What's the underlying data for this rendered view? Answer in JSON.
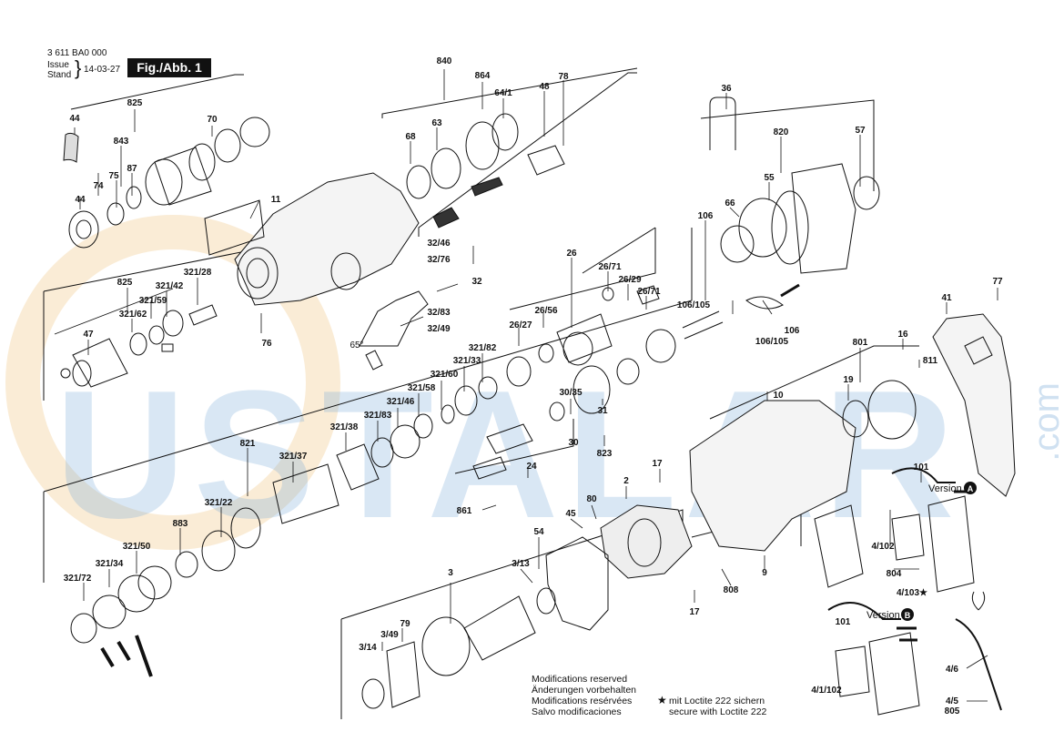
{
  "header": {
    "part_number": "3 611 BA0 000",
    "issue_label": "Issue",
    "stand_label": "Stand",
    "brace": "}",
    "date": "14-03-27",
    "figure_label": "Fig./Abb. 1"
  },
  "watermark": {
    "text": "USTALAR",
    "suffix": ".com"
  },
  "callouts": {
    "c825a": "825",
    "c44a": "44",
    "c843": "843",
    "c74": "74",
    "c75": "75",
    "c87": "87",
    "c70": "70",
    "c44b": "44",
    "c11": "11",
    "c840": "840",
    "c864": "864",
    "c64_1": "64/1",
    "c48": "48",
    "c78": "78",
    "c68": "68",
    "c63": "63",
    "c36": "36",
    "c820": "820",
    "c57": "57",
    "c55": "55",
    "c66": "66",
    "c106a": "106",
    "c32_46": "32/46",
    "c32_76": "32/76",
    "c32": "32",
    "c32_83": "32/83",
    "c32_49": "32/49",
    "c65deg": "65°",
    "c76": "76",
    "c825b": "825",
    "c321_42": "321/42",
    "c321_28": "321/28",
    "c321_59": "321/59",
    "c321_62": "321/62",
    "c47": "47",
    "c26": "26",
    "c26_71a": "26/71",
    "c26_29": "26/29",
    "c26_71b": "26/71",
    "c26_56": "26/56",
    "c26_27": "26/27",
    "c106_105a": "106/105",
    "c106b": "106",
    "c106_105b": "106/105",
    "c77": "77",
    "c41": "41",
    "c321_82": "321/82",
    "c321_33": "321/33",
    "c321_60": "321/60",
    "c321_58": "321/58",
    "c321_46": "321/46",
    "c321_38": "321/38",
    "c321_83": "321/83",
    "c30_35": "30/35",
    "c31": "31",
    "c30": "30",
    "c823": "823",
    "c801": "801",
    "c16": "16",
    "c811": "811",
    "c19": "19",
    "c10": "10",
    "c821": "821",
    "c321_37": "321/37",
    "c24": "24",
    "c861": "861",
    "c321_22": "321/22",
    "c883": "883",
    "c17a": "17",
    "c2": "2",
    "c101a": "101",
    "c45": "45",
    "c80": "80",
    "c54": "54",
    "c321_50": "321/50",
    "c321_34": "321/34",
    "c321_72": "321/72",
    "c3_13": "3/13",
    "c3": "3",
    "c17b": "17",
    "c808": "808",
    "c9": "9",
    "c4_102": "4/102",
    "c804": "804",
    "c4_103": "4/103★",
    "c79": "79",
    "c3_49": "3/49",
    "c3_14": "3/14",
    "c101b": "101",
    "c4_1_102": "4/1/102",
    "c4_6": "4/6",
    "c4_5": "4/5",
    "c805": "805"
  },
  "versions": {
    "a_label": "Version",
    "a_badge": "A",
    "b_label": "Version",
    "b_badge": "B"
  },
  "notes": {
    "line1": "Modifications reserved",
    "line2": "Änderungen vorbehalten",
    "line3": "Modifications resérvées",
    "line4": "Salvo modificaciones"
  },
  "loctite": {
    "star": "★",
    "line1": "mit Loctite 222 sichern",
    "line2": "secure with Loctite 222"
  },
  "colors": {
    "ink": "#111111",
    "watermark_blue": "#78aad7",
    "watermark_orange": "#f2c98a"
  }
}
